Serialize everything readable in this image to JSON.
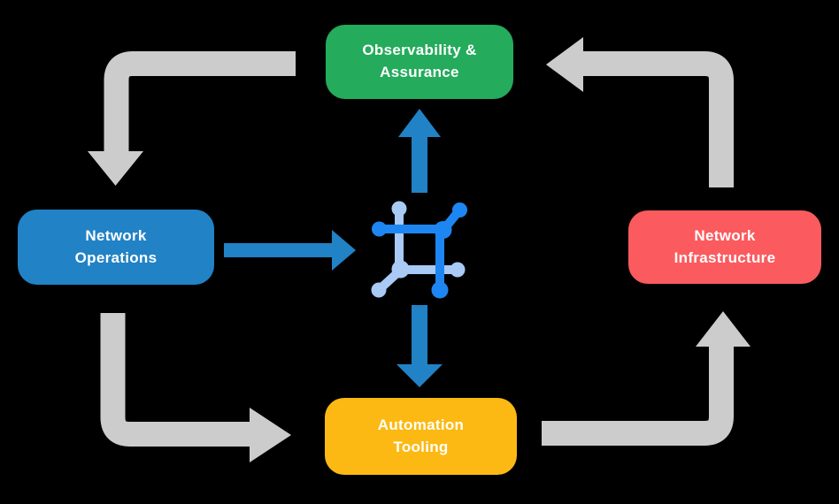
{
  "page": {
    "background": "#000000"
  },
  "colors": {
    "observability_green": "#24AB5B",
    "operations_blue": "#2182C6",
    "infrastructure_red": "#FB5B5E",
    "tooling_yellow": "#FCB913",
    "arrow_blue": "#2182C6",
    "arrow_gray": "#CCCCCC",
    "icon_dark_blue": "#1E86F2",
    "icon_light_blue": "#A8CAF5",
    "label_text": "#FFFFFF"
  },
  "nodes": {
    "observability": {
      "line1": "Observability &",
      "line2": "Assurance"
    },
    "operations": {
      "line1": "Network",
      "line2": "Operations"
    },
    "infrastructure": {
      "line1": "Network",
      "line2": "Infrastructure"
    },
    "tooling": {
      "line1": "Automation",
      "line2": "Tooling"
    }
  },
  "center_icon": {
    "name": "network-topology-icon"
  },
  "connections": {
    "outer_cycle": [
      "Observability & Assurance -> Network Operations",
      "Network Operations -> Automation Tooling",
      "Automation Tooling -> Network Infrastructure",
      "Network Infrastructure -> Observability & Assurance"
    ],
    "inner_flows": [
      "Network Operations -> center icon",
      "center icon -> Observability & Assurance",
      "center icon -> Automation Tooling"
    ]
  }
}
